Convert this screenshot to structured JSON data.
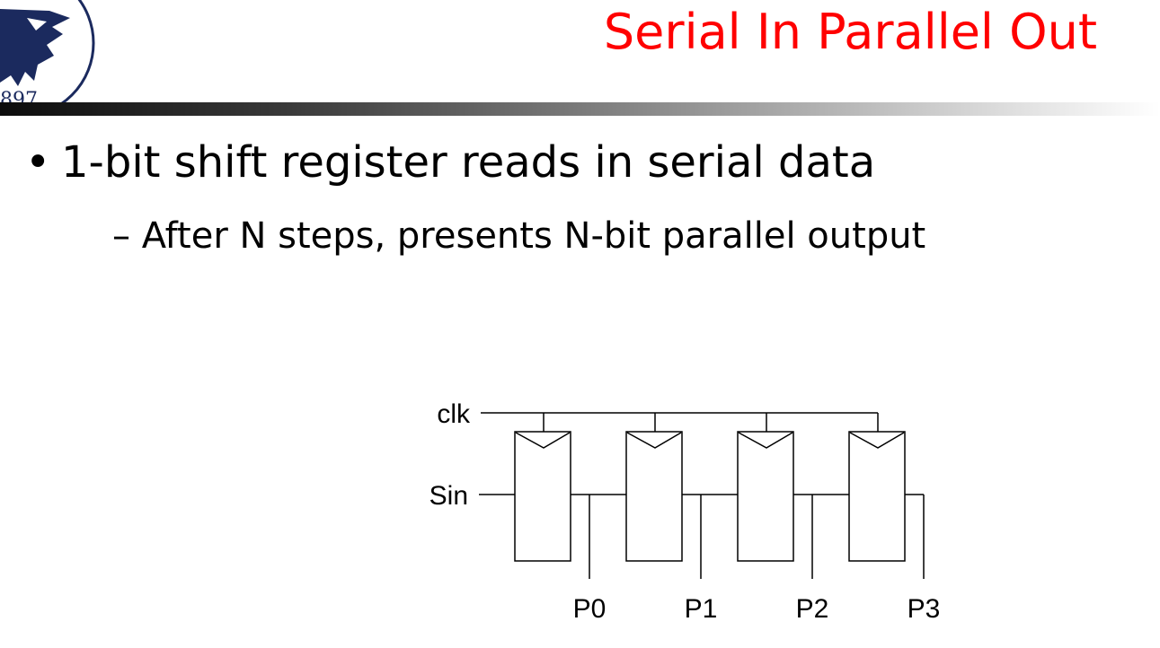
{
  "slide": {
    "title": "Serial In Parallel Out",
    "bullet": "1-bit shift register reads in serial data",
    "sub_bullet": "After N steps, presents N-bit parallel output",
    "bullet_marker": "•",
    "sub_marker": "–",
    "title_color": "#ff0000"
  },
  "diagram": {
    "clock_label": "clk",
    "serial_input_label": "Sin",
    "output_labels": [
      "P0",
      "P1",
      "P2",
      "P3"
    ]
  }
}
